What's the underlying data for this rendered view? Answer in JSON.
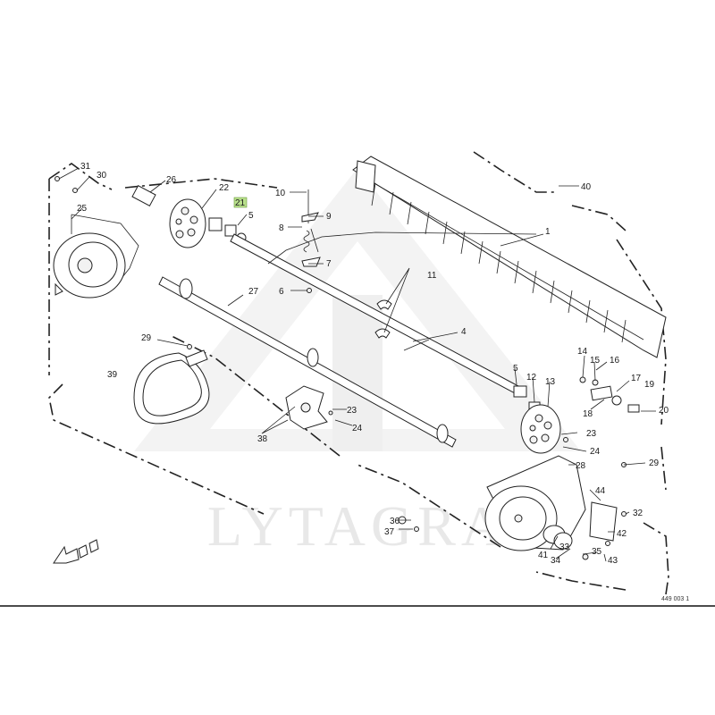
{
  "diagram": {
    "watermark_text": "LYTAGRA",
    "drawing_code": "449 003 1",
    "highlight_color": "#b9e08c",
    "labels": [
      {
        "id": "l1",
        "text": "1"
      },
      {
        "id": "l4",
        "text": "4"
      },
      {
        "id": "l5a",
        "text": "5"
      },
      {
        "id": "l5b",
        "text": "5"
      },
      {
        "id": "l6",
        "text": "6"
      },
      {
        "id": "l7",
        "text": "7"
      },
      {
        "id": "l8",
        "text": "8"
      },
      {
        "id": "l9",
        "text": "9"
      },
      {
        "id": "l10",
        "text": "10"
      },
      {
        "id": "l11",
        "text": "11"
      },
      {
        "id": "l12",
        "text": "12"
      },
      {
        "id": "l13",
        "text": "13"
      },
      {
        "id": "l14",
        "text": "14"
      },
      {
        "id": "l15",
        "text": "15"
      },
      {
        "id": "l16",
        "text": "16"
      },
      {
        "id": "l17",
        "text": "17"
      },
      {
        "id": "l18",
        "text": "18"
      },
      {
        "id": "l19",
        "text": "19"
      },
      {
        "id": "l20",
        "text": "20"
      },
      {
        "id": "l21",
        "text": "21"
      },
      {
        "id": "l22",
        "text": "22"
      },
      {
        "id": "l23a",
        "text": "23"
      },
      {
        "id": "l23b",
        "text": "23"
      },
      {
        "id": "l24a",
        "text": "24"
      },
      {
        "id": "l24b",
        "text": "24"
      },
      {
        "id": "l25",
        "text": "25"
      },
      {
        "id": "l26",
        "text": "26"
      },
      {
        "id": "l27",
        "text": "27"
      },
      {
        "id": "l28",
        "text": "28"
      },
      {
        "id": "l29a",
        "text": "29"
      },
      {
        "id": "l29b",
        "text": "29"
      },
      {
        "id": "l30",
        "text": "30"
      },
      {
        "id": "l31",
        "text": "31"
      },
      {
        "id": "l32",
        "text": "32"
      },
      {
        "id": "l33",
        "text": "33"
      },
      {
        "id": "l34",
        "text": "34"
      },
      {
        "id": "l35",
        "text": "35"
      },
      {
        "id": "l36",
        "text": "36"
      },
      {
        "id": "l37",
        "text": "37"
      },
      {
        "id": "l38",
        "text": "38"
      },
      {
        "id": "l39",
        "text": "39"
      },
      {
        "id": "l40",
        "text": "40"
      },
      {
        "id": "l41",
        "text": "41"
      },
      {
        "id": "l42",
        "text": "42"
      },
      {
        "id": "l43",
        "text": "43"
      },
      {
        "id": "l44",
        "text": "44"
      }
    ]
  }
}
